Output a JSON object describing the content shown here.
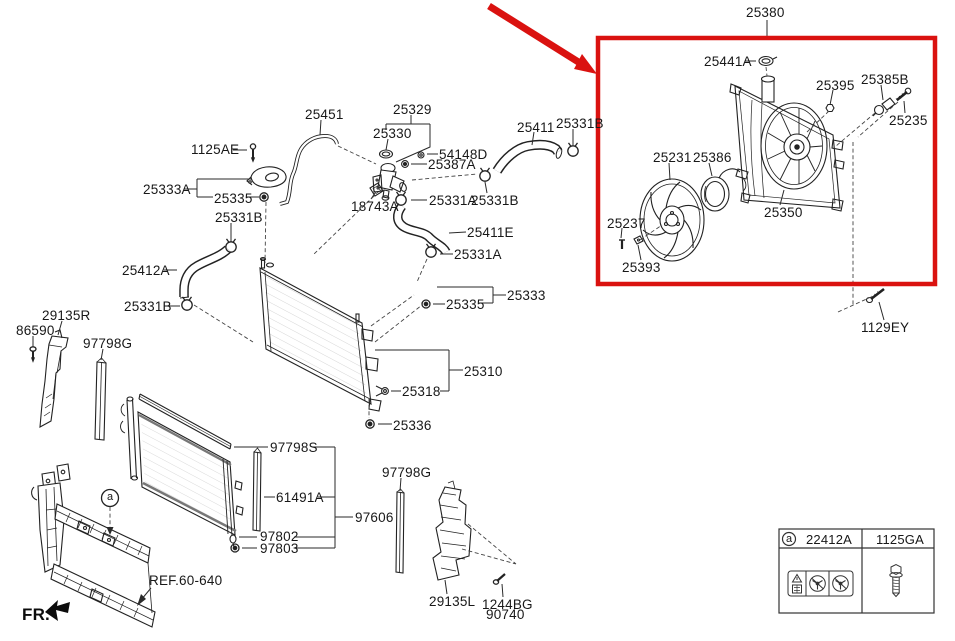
{
  "diagram": {
    "kind": "exploded-parts-diagram",
    "subject": "Engine cooling: radiator, hoses and cooling fan assembly"
  },
  "parts": {
    "p25380": "25380",
    "p25441A": "25441A",
    "p25395": "25395",
    "p25385B": "25385B",
    "p25235": "25235",
    "p25231": "25231",
    "p25386": "25386",
    "p25350": "25350",
    "p25237": "25237",
    "p25393": "25393",
    "p1129EY": "1129EY",
    "p25451": "25451",
    "p25329": "25329",
    "p25330": "25330",
    "p54148D": "54148D",
    "p25387A": "25387A",
    "p25411": "25411",
    "p25331B": "25331B",
    "p1125AE": "1125AE",
    "p25333A": "25333A",
    "p25335": "25335",
    "p18743A": "18743A",
    "p25331A": "25331A",
    "p25411E": "25411E",
    "p25412A": "25412A",
    "p25333": "25333",
    "p25310": "25310",
    "p25318": "25318",
    "p25336": "25336",
    "p29135R": "29135R",
    "p86590": "86590",
    "p97798G": "97798G",
    "p97798S": "97798S",
    "p61491A": "61491A",
    "p97802": "97802",
    "p97803": "97803",
    "p97606": "97606",
    "p29135L": "29135L",
    "p1244BG": "1244BG",
    "p90740": "90740"
  },
  "annotations": {
    "ref_label": "REF.60-640",
    "fr_label": "FR.",
    "marker_a": "a"
  },
  "legend_table": {
    "col1_marker": "a",
    "col1_part": "22412A",
    "col2_part": "1125GA",
    "col1_icon": "fan-warning-label-icon",
    "col2_icon": "flange-bolt-icon"
  },
  "colors": {
    "highlight_red": "#da1210",
    "line_black": "#222222",
    "background": "#ffffff"
  }
}
